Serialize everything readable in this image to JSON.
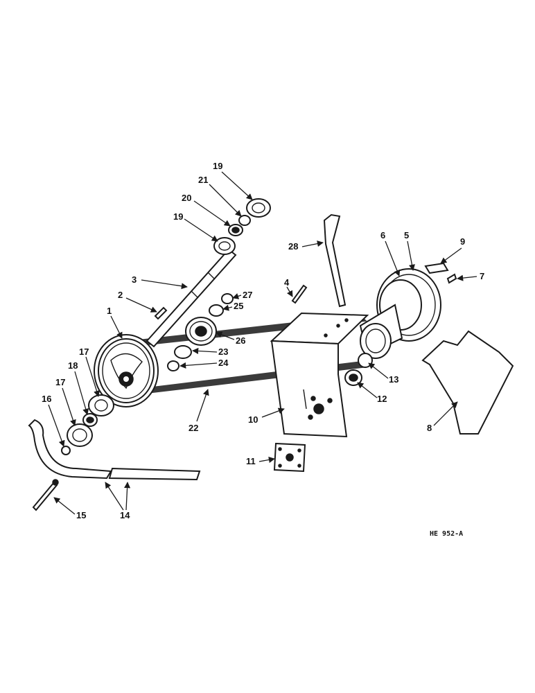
{
  "diagram": {
    "reference_code": "HE 952-A",
    "callouts": [
      "1",
      "2",
      "3",
      "4",
      "5",
      "6",
      "7",
      "8",
      "9",
      "10",
      "11",
      "12",
      "13",
      "14",
      "15",
      "16",
      "17",
      "18",
      "19",
      "20",
      "21",
      "22",
      "23",
      "24",
      "25",
      "26",
      "27",
      "28"
    ]
  }
}
